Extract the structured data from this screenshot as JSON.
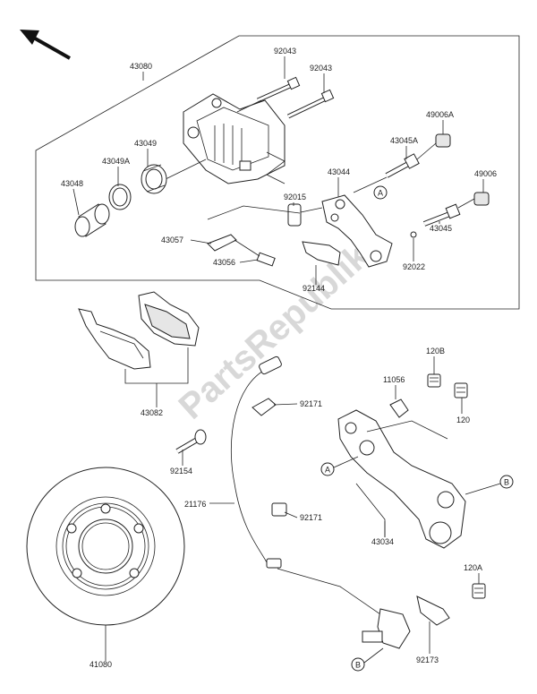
{
  "watermark": "PartsRepublik",
  "orientation_arrow": "arrow-up-left-icon",
  "reference_markers": [
    "A",
    "A",
    "B",
    "B"
  ],
  "part_labels": {
    "p43080": "43080",
    "p92043a": "92043",
    "p92043b": "92043",
    "p49006A": "49006A",
    "p43049": "43049",
    "p43045A": "43045A",
    "p43049A": "43049A",
    "p43044": "43044",
    "p49006": "49006",
    "p43048": "43048",
    "p92015": "92015",
    "p43045": "43045",
    "p43057": "43057",
    "p92022": "92022",
    "p43056": "43056",
    "p92144": "92144",
    "p43082": "43082",
    "p120B": "120B",
    "p11056": "11056",
    "p92171a": "92171",
    "p120": "120",
    "p92154": "92154",
    "p21176": "21176",
    "p92171b": "92171",
    "p43034": "43034",
    "p120A": "120A",
    "p41080": "41080",
    "p92173": "92173"
  }
}
